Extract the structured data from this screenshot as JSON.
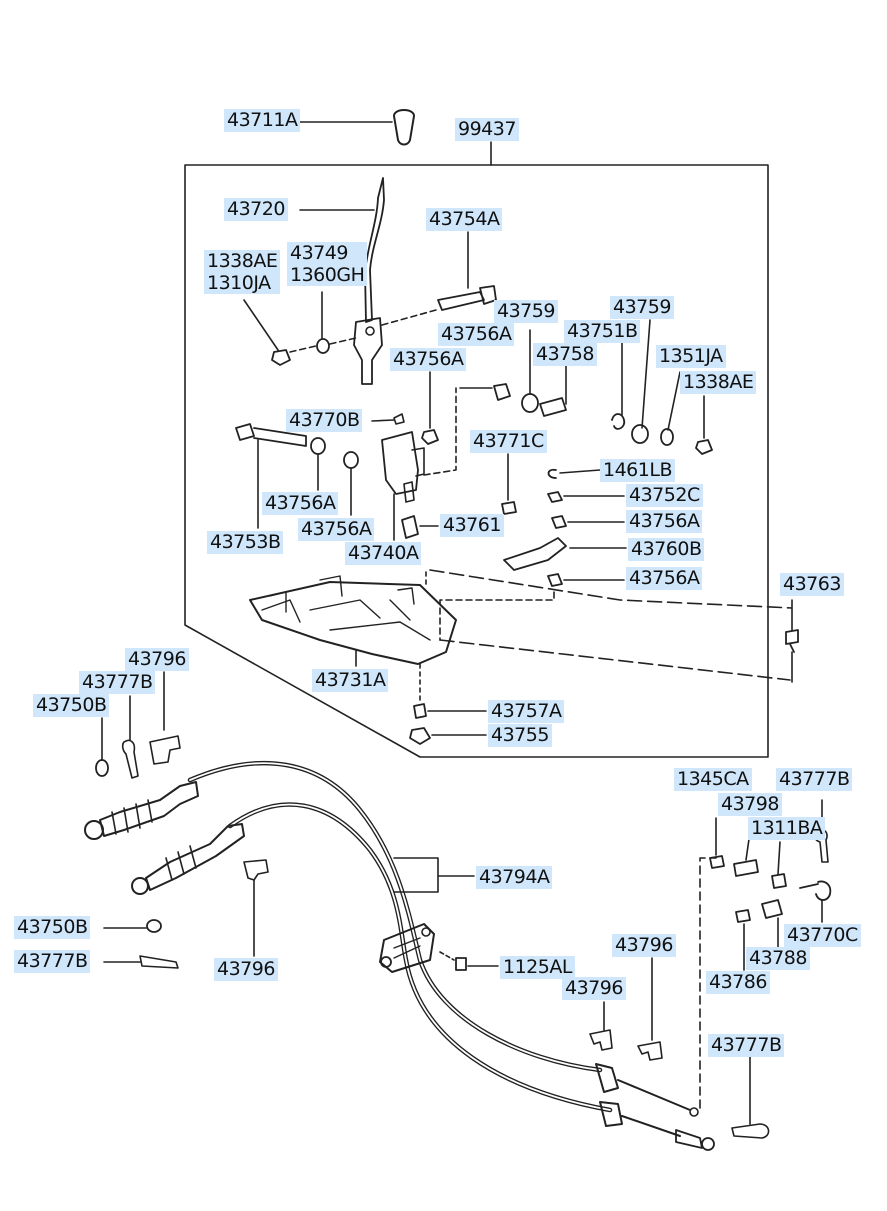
{
  "diagram": {
    "labels": [
      {
        "id": "l01",
        "text": "43711A"
      },
      {
        "id": "l02",
        "text": "99437"
      },
      {
        "id": "l03",
        "text": "43720"
      },
      {
        "id": "l04",
        "text": "43754A"
      },
      {
        "id": "l05",
        "text": "1338AE\n1310JA"
      },
      {
        "id": "l06",
        "text": "43749\n1360GH"
      },
      {
        "id": "l07",
        "text": "43759"
      },
      {
        "id": "l08",
        "text": "43759"
      },
      {
        "id": "l09",
        "text": "43756A"
      },
      {
        "id": "l10",
        "text": "43751B"
      },
      {
        "id": "l11",
        "text": "43758"
      },
      {
        "id": "l12",
        "text": "43756A"
      },
      {
        "id": "l13",
        "text": "1351JA"
      },
      {
        "id": "l14",
        "text": "1338AE"
      },
      {
        "id": "l15",
        "text": "43770B"
      },
      {
        "id": "l16",
        "text": "43771C"
      },
      {
        "id": "l17",
        "text": "1461LB"
      },
      {
        "id": "l18",
        "text": "43752C"
      },
      {
        "id": "l19",
        "text": "43756A"
      },
      {
        "id": "l20",
        "text": "43756A"
      },
      {
        "id": "l21",
        "text": "43761"
      },
      {
        "id": "l22",
        "text": "43756A"
      },
      {
        "id": "l23",
        "text": "43753B"
      },
      {
        "id": "l24",
        "text": "43740A"
      },
      {
        "id": "l25",
        "text": "43760B"
      },
      {
        "id": "l26",
        "text": "43756A"
      },
      {
        "id": "l27",
        "text": "43763"
      },
      {
        "id": "l28",
        "text": "43731A"
      },
      {
        "id": "l29",
        "text": "43757A"
      },
      {
        "id": "l30",
        "text": "43755"
      },
      {
        "id": "l31",
        "text": "43796"
      },
      {
        "id": "l32",
        "text": "43777B"
      },
      {
        "id": "l33",
        "text": "43750B"
      },
      {
        "id": "l34",
        "text": "1345CA"
      },
      {
        "id": "l35",
        "text": "43777B"
      },
      {
        "id": "l36",
        "text": "43798"
      },
      {
        "id": "l37",
        "text": "1311BA"
      },
      {
        "id": "l38",
        "text": "43794A"
      },
      {
        "id": "l39",
        "text": "43750B"
      },
      {
        "id": "l40",
        "text": "43770C"
      },
      {
        "id": "l41",
        "text": "43777B"
      },
      {
        "id": "l42",
        "text": "43796"
      },
      {
        "id": "l43",
        "text": "43796"
      },
      {
        "id": "l44",
        "text": "1125AL"
      },
      {
        "id": "l45",
        "text": "43788"
      },
      {
        "id": "l46",
        "text": "43786"
      },
      {
        "id": "l47",
        "text": "43796"
      },
      {
        "id": "l48",
        "text": "43777B"
      }
    ]
  }
}
